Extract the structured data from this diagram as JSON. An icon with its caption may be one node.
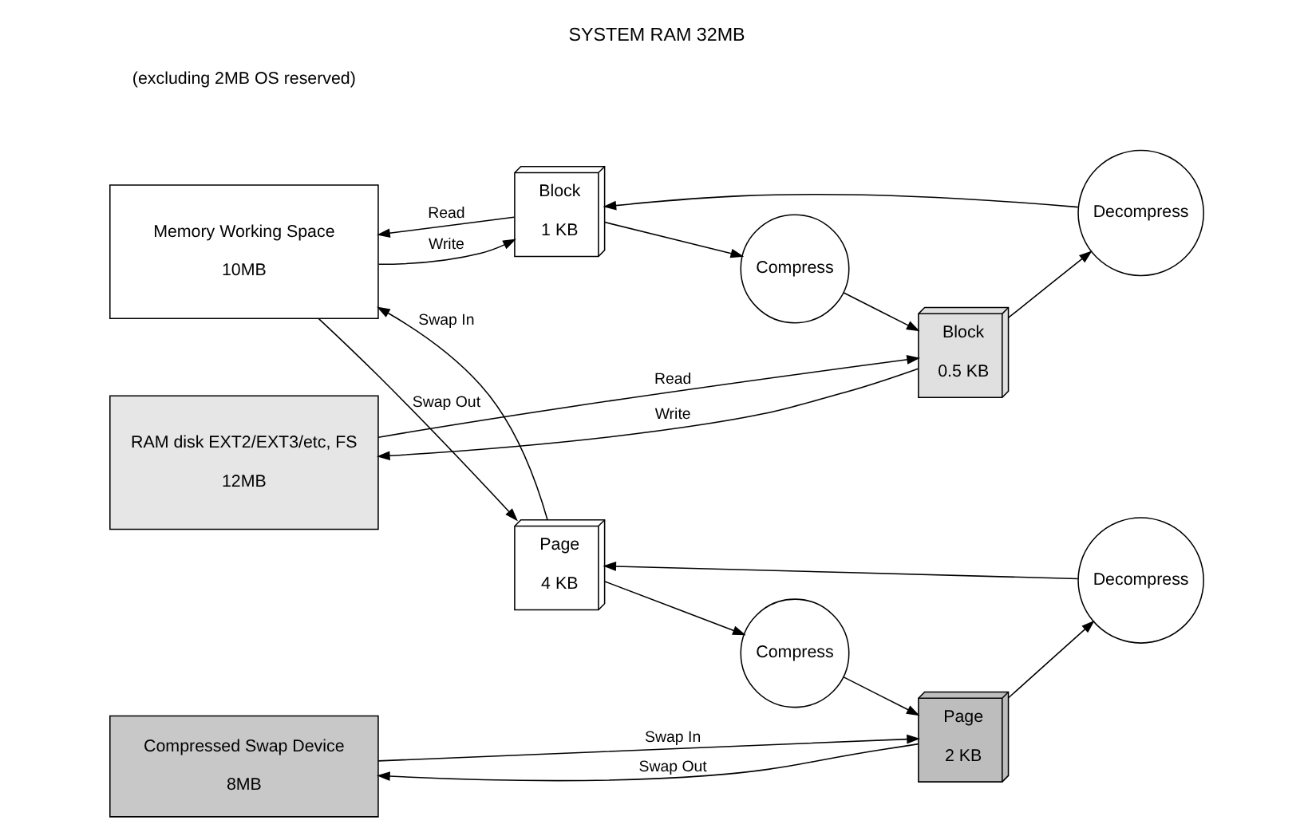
{
  "diagram": {
    "title": "SYSTEM RAM 32MB",
    "nodes": [
      {
        "text": [
          "Memory Working Space",
          "10MB"
        ]
      },
      {
        "text": [
          "RAM disk EXT2/EXT3/etc, FS",
          "12MB"
        ]
      },
      {
        "text": [
          "Compressed Swap Device",
          "8MB"
        ]
      },
      {
        "text": [
          "Block",
          "1 KB"
        ]
      },
      {
        "text": [
          "Compress"
        ]
      },
      {
        "text": [
          "Decompress"
        ]
      },
      {
        "text": [
          "Block",
          "0.5 KB"
        ]
      },
      {
        "text": [
          "Page",
          "4 KB"
        ]
      },
      {
        "text": [
          "Decompress"
        ]
      },
      {
        "text": [
          "Compress"
        ]
      },
      {
        "text": [
          "Page",
          "2 KB"
        ]
      }
    ],
    "edges": [
      {
        "from": 0,
        "to": 3,
        "arrow": "to",
        "label": "Write"
      },
      {
        "from": 3,
        "to": 0,
        "arrow": "to",
        "label": "Read"
      },
      {
        "from": 0,
        "to": 7,
        "arrow": "to",
        "label": "Swap Out"
      },
      {
        "from": 7,
        "to": 0,
        "arrow": "to",
        "label": "Swap In"
      },
      {
        "from": 3,
        "to": 4,
        "arrow": "to"
      },
      {
        "from": 4,
        "to": 6,
        "arrow": "to"
      },
      {
        "from": 6,
        "to": 5,
        "arrow": "to"
      },
      {
        "from": 5,
        "to": 3,
        "arrow": "to"
      },
      {
        "from": 1,
        "to": 6,
        "arrow": "to",
        "label": "Read"
      },
      {
        "from": 6,
        "to": 1,
        "arrow": "to",
        "label": "Write"
      },
      {
        "from": 7,
        "to": 9,
        "arrow": "to"
      },
      {
        "from": 9,
        "to": 10,
        "arrow": "to"
      },
      {
        "from": 10,
        "to": 8,
        "arrow": "to"
      },
      {
        "from": 8,
        "to": 7,
        "arrow": "to"
      },
      {
        "from": 2,
        "to": 10,
        "arrow": "to",
        "label": "Swap In"
      },
      {
        "from": 10,
        "to": 2,
        "arrow": "to",
        "label": "Swap Out"
      }
    ],
    "labels": [
      "(excluding 2MB OS reserved)"
    ]
  }
}
